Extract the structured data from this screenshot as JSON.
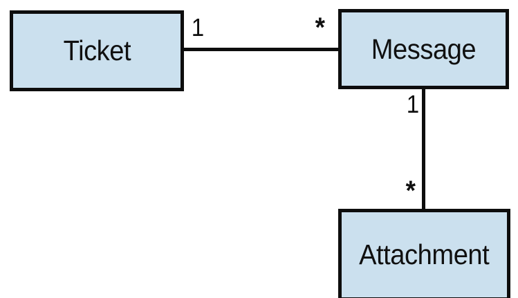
{
  "diagram": {
    "type": "uml-class-diagram",
    "colors": {
      "box_fill": "#cbe0ee",
      "box_stroke": "#0d0d0d",
      "line": "#0d0d0d",
      "text": "#101010",
      "background": "#ffffff"
    },
    "classes": [
      {
        "id": "ticket",
        "name": "Ticket"
      },
      {
        "id": "message",
        "name": "Message"
      },
      {
        "id": "attachment",
        "name": "Attachment"
      }
    ],
    "associations": [
      {
        "id": "ticket-message",
        "from": "ticket",
        "to": "message",
        "orientation": "horizontal",
        "source_multiplicity": "1",
        "target_multiplicity": "*"
      },
      {
        "id": "message-attachment",
        "from": "message",
        "to": "attachment",
        "orientation": "vertical",
        "source_multiplicity": "1",
        "target_multiplicity": "*"
      }
    ]
  }
}
